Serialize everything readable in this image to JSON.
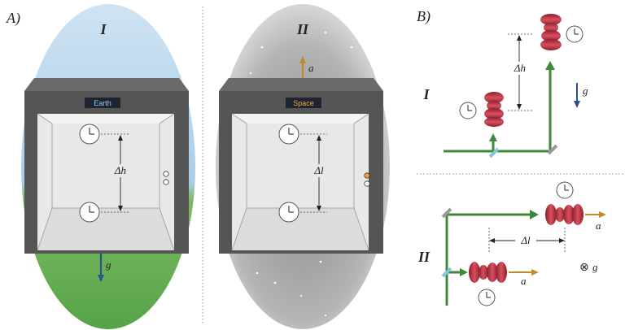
{
  "panel_a": {
    "label": "A)",
    "left": {
      "roman": "I",
      "sign": "Earth",
      "delta": "Δh",
      "gravity": "g"
    },
    "right": {
      "roman": "II",
      "sign": "Space",
      "delta": "Δl",
      "accel": "a"
    }
  },
  "panel_b": {
    "label": "B)",
    "top": {
      "roman": "I",
      "delta": "Δh",
      "gravity": "g"
    },
    "bottom": {
      "roman": "II",
      "delta": "Δl",
      "accel1": "a",
      "accel2": "a",
      "gravity": "g",
      "gravity_symbol": "⊗"
    }
  },
  "colors": {
    "sky": "#bcd8ec",
    "grass": "#5aa84a",
    "space": "#a8a8a8",
    "elevator": "#5a5a5a",
    "earth_sign_text": "#8ec8ff",
    "space_sign_text": "#f0b040",
    "gravity_arrow": "#2f4f8f",
    "accel_arrow": "#c08a2a",
    "beam": "#3f8a3a",
    "ion": "#c0394a"
  }
}
